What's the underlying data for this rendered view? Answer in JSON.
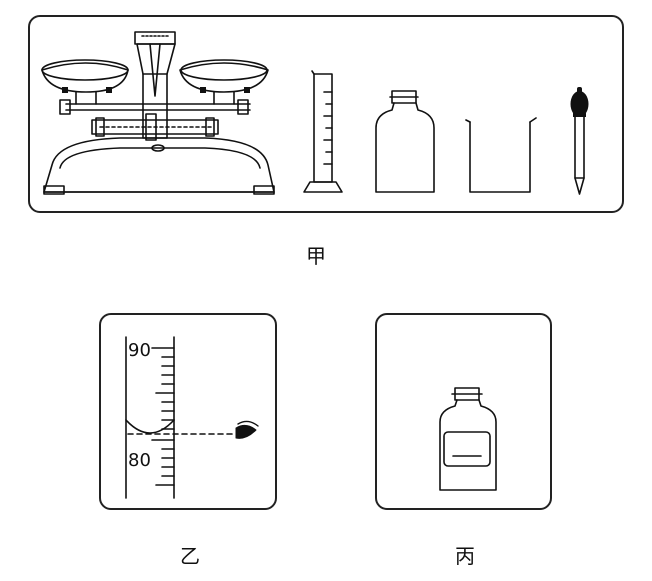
{
  "captions": {
    "top": "甲",
    "bottom_left": "乙",
    "bottom_right": "丙"
  },
  "equipment": [
    "balance",
    "measuring-cylinder",
    "reagent-bottle",
    "beaker",
    "dropper"
  ],
  "cylinder_reading": {
    "upper_mark": "90",
    "lower_mark": "80"
  }
}
